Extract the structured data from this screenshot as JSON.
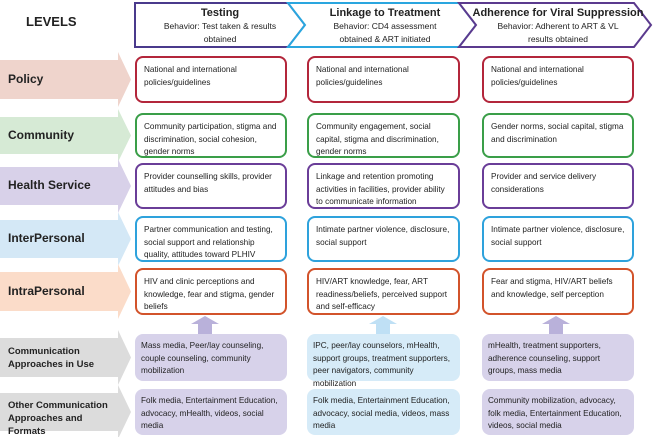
{
  "levels_label": "LEVELS",
  "stages": [
    {
      "title": "Testing",
      "behavior": "Behavior: Test taken & results obtained",
      "color": "#4a3a8c"
    },
    {
      "title": "Linkage to Treatment",
      "behavior": "Behavior: CD4 assessment obtained & ART initiated",
      "color": "#2aa6df"
    },
    {
      "title": "Adherence for Viral Suppression",
      "behavior": "Behavior: Adherent to ART & VL results obtained",
      "color": "#5b3a8e"
    }
  ],
  "rows": [
    {
      "level": "Policy",
      "arrow_color": "#efd4cc",
      "border_color": "#b3263b",
      "cells": [
        "National and international policies/guidelines",
        "National and international policies/guidelines",
        "National and international policies/guidelines"
      ]
    },
    {
      "level": "Community",
      "arrow_color": "#d6ead5",
      "border_color": "#3a9e48",
      "cells": [
        "Community participation, stigma and discrimination, social cohesion, gender norms",
        "Community engagement, social capital, stigma and discrimination, gender norms",
        "Gender norms, social capital, stigma and discrimination"
      ]
    },
    {
      "level": "Health Service",
      "arrow_color": "#d8d1e9",
      "border_color": "#6a3d98",
      "cells": [
        "Provider counselling skills, provider attitudes and bias",
        "Linkage and retention promoting activities in facilities, provider ability to communicate information",
        "Provider and service delivery considerations"
      ]
    },
    {
      "level": "InterPersonal",
      "arrow_color": "#d4e8f6",
      "border_color": "#2ea2dc",
      "cells": [
        "Partner communication and testing, social support and relationship quality, attitudes toward PLHIV",
        "Intimate partner violence, disclosure, social support",
        "Intimate partner violence, disclosure, social support"
      ]
    },
    {
      "level": "IntraPersonal",
      "arrow_color": "#fbdcc9",
      "border_color": "#d2532b",
      "cells": [
        "HIV and clinic perceptions and knowledge, fear and stigma, gender beliefs",
        "HIV/ART knowledge, fear, ART readiness/beliefs, perceived support and self-efficacy",
        "Fear and stigma, HIV/ART beliefs and knowledge, self perception"
      ]
    }
  ],
  "approach_rows": [
    {
      "label": "Communication Approaches in Use",
      "arrow_color": "#dcdcdc",
      "cells": [
        "Mass media, Peer/lay counseling, couple counseling, community mobilization",
        "IPC, peer/lay counselors, mHealth, support groups, treatment supporters, peer navigators, community mobilization",
        "mHealth, treatment supporters, adherence counseling, support groups, mass media"
      ]
    },
    {
      "label": "Other Communication Approaches and Formats",
      "arrow_color": "#dcdcdc",
      "cells": [
        "Folk media, Entertainment Education, advocacy, mHealth, videos, social media",
        "Folk media, Entertainment Education, advocacy, social media, videos, mass media",
        "Community mobilization, advocacy, folk media, Entertainment Education, videos, social media"
      ]
    }
  ],
  "approach_fill_colors": [
    "#d7d2ea",
    "#d6ebf8",
    "#d7d2ea"
  ]
}
